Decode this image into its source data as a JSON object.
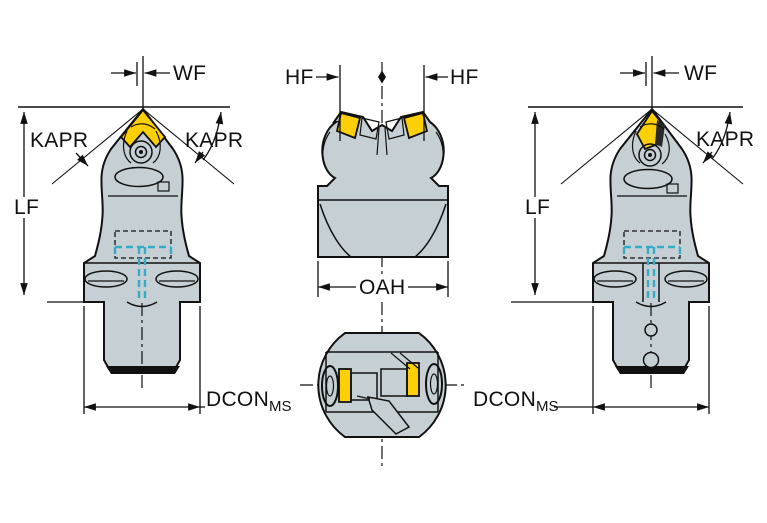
{
  "labels": {
    "left_view": {
      "wf": "WF",
      "kapr_left": "KAPR",
      "kapr_right": "KAPR",
      "lf": "LF",
      "dcon": "DCON",
      "dcon_subscript": "MS"
    },
    "front_view": {
      "hf_left": "HF",
      "hf_right": "HF",
      "oah": "OAH"
    },
    "right_view": {
      "wf": "WF",
      "kapr": "KAPR",
      "lf": "LF",
      "dcon": "DCON",
      "dcon_subscript": "MS"
    }
  },
  "colors": {
    "background": "#ffffff",
    "body_fill": "#c6d0d4",
    "outline": "#111111",
    "insert_fill": "#fdd005",
    "coolant_line": "#35abc6",
    "dimension_line": "#111111",
    "label_text": "#111111"
  }
}
